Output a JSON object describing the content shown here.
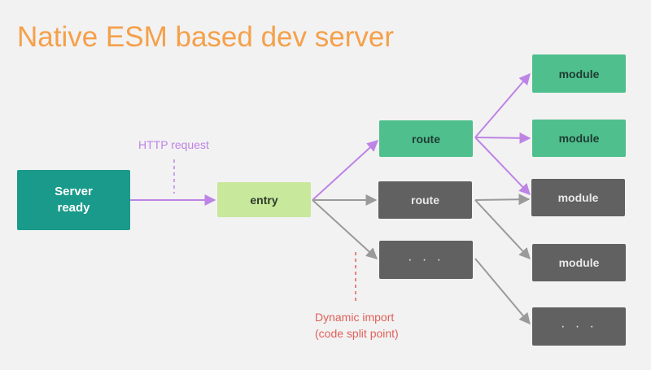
{
  "title": "Native ESM based dev server",
  "nodes": {
    "server": "Server\nready",
    "entry": "entry",
    "route_active": "route",
    "route_inactive": "route",
    "ellipsis_mid": "· · ·",
    "module1": "module",
    "module2": "module",
    "module3": "module",
    "module4": "module",
    "ellipsis_bottom": "· · ·"
  },
  "labels": {
    "http_request": "HTTP request",
    "dynamic_import_line1": "Dynamic import",
    "dynamic_import_line2": "(code split point)"
  },
  "colors": {
    "background": "#f2f2f2",
    "title": "#f5a04a",
    "server": "#1a9a8a",
    "entry": "#c8e89b",
    "active_module": "#4fc08d",
    "inactive_module": "#616161",
    "active_edge": "#bd84e6",
    "inactive_edge": "#9a9a9a",
    "dynamic_import": "#e0605a"
  }
}
